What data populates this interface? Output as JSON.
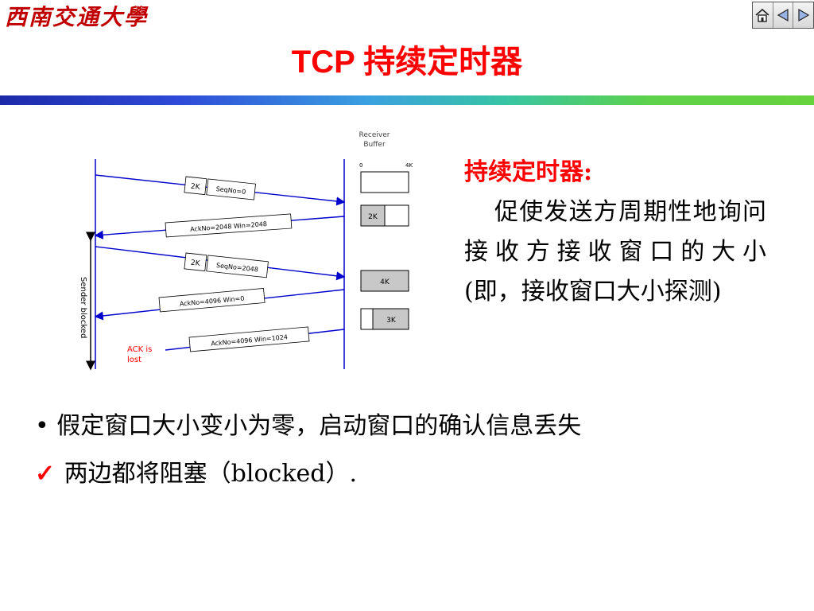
{
  "header": {
    "logo_text": "西南交通大學",
    "title": "TCP 持续定时器",
    "nav": {
      "home_icon": "home-icon",
      "prev_icon": "triangle-left-icon",
      "next_icon": "triangle-right-icon"
    }
  },
  "colors": {
    "title": "#ff0000",
    "accent_red": "#ff0000",
    "arrow_blue": "#0000cc",
    "gradient": [
      "#1c2aa8",
      "#3aa0e0",
      "#66d23c"
    ]
  },
  "figure": {
    "receiver_buffer_line1": "Receiver",
    "receiver_buffer_line2": "Buffer",
    "scale_start": "0",
    "scale_end": "4K",
    "buffer_1": "2K",
    "buffer_2": "4K",
    "buffer_3": "3K",
    "seg_1_size": "2K",
    "seg_1_label": "SeqNo=0",
    "ack_1_label": "AckNo=2048 Win=2048",
    "seg_2_size": "2K",
    "seg_2_label": "SeqNo=2048",
    "ack_2_label": "AckNo=4096 Win=0",
    "ack_3_label": "AckNo=4096 Win=1024",
    "sender_blocked": "Sender blocked",
    "ack_lost_line1": "ACK is",
    "ack_lost_line2": "lost"
  },
  "side": {
    "heading": "持续定时器:",
    "body": "促使发送方周期性地询问接收方接收窗口的大小 (即，接收窗口大小探测)"
  },
  "bullets": [
    {
      "marker": "•",
      "text": "假定窗口大小变小为零，启动窗口的确认信息丢失"
    },
    {
      "marker": "✓",
      "text": "两边都将阻塞（blocked）."
    }
  ]
}
